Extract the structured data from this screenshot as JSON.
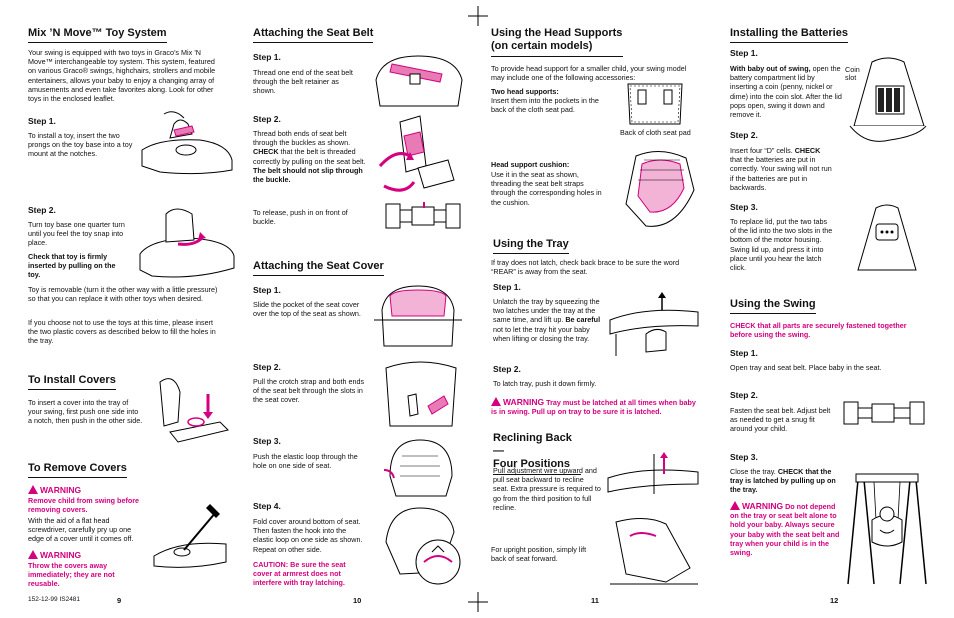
{
  "page9": {
    "title": "Mix ’N Move™ Toy System",
    "intro": "Your swing is equipped with two toys in Graco’s Mix ’N Move™ interchangeable toy system. This system, featured on various Graco® swings, highchairs, strollers and mobile entertainers, allows your baby to enjoy a changing array of amusements and even take favorites along. Look for other toys in the enclosed leaflet.",
    "step1_label": "Step 1.",
    "step1_text": "To install a toy, insert the two prongs on the toy base into a toy mount at the notches.",
    "step2_label": "Step 2.",
    "step2_text": "Turn toy base one quarter turn until you feel the toy snap into place.",
    "step2_check": "Check that toy is firmly inserted by pulling on the toy.",
    "removable": "Toy is removable (turn it the other way with a little pressure) so that you can replace it with other toys when desired.",
    "no_toys": "If you choose not to use the toys at this time, please insert the two plastic covers as described below to fill the holes in the tray.",
    "install_covers_title": "To Install Covers",
    "install_covers_text": "To insert a cover into the tray of your swing, first push one side into a notch, then push in the other side.",
    "remove_covers_title": "To Remove Covers",
    "warning1_label": "WARNING",
    "warning1_text": "Remove child from swing before removing covers.",
    "remove_text": "With the aid of a flat head screwdriver, carefully pry up one edge of a cover until it comes off.",
    "warning2_label": "WARNING",
    "warning2_text": "Throw the covers away immediately; they are not reusable.",
    "footer_code": "152-12-99   IS2481",
    "page_number": "9"
  },
  "page10": {
    "belt_title": "Attaching the Seat Belt",
    "belt_step1_label": "Step 1.",
    "belt_step1_text": "Thread one end of the seat belt through the belt retainer as shown.",
    "belt_step2_label": "Step 2.",
    "belt_step2_text_a": "Thread both ends of seat belt through the buckles as shown.",
    "belt_step2_check": "CHECK",
    "belt_step2_text_b": " that the belt is threaded correctly by pulling on the seat belt. ",
    "belt_step2_bold": "The belt should not slip through the buckle.",
    "release_text": "To release, push in on front of buckle.",
    "cover_title": "Attaching the Seat Cover",
    "cover_step1_label": "Step 1.",
    "cover_step1_text": "Slide the pocket of the seat cover over the top of the seat as shown.",
    "cover_step2_label": "Step 2.",
    "cover_step2_text": "Pull the crotch strap and both ends of the seat belt through the slots in the seat cover.",
    "cover_step3_label": "Step 3.",
    "cover_step3_text": "Push the elastic loop through the hole on one side of seat.",
    "cover_step4_label": "Step 4.",
    "cover_step4_text": "Fold cover around bottom of seat. Then fasten the hook into the elastic loop on one side as shown. Repeat on other side.",
    "caution_text": "CAUTION: Be sure the seat cover at armrest does not interfere with tray latching.",
    "page_number": "10"
  },
  "page11": {
    "head_title_1": "Using the Head Supports",
    "head_title_2": "(on certain models)",
    "head_intro": "To provide head support for a smaller child, your swing model may include one of the following accessories:",
    "two_head_label": "Two head supports:",
    "two_head_text": "Insert them into the pockets in the back of the cloth seat pad.",
    "back_caption": "Back of cloth seat pad",
    "cushion_label": "Head support cushion:",
    "cushion_text": "Use it in the seat as shown, threading the seat belt straps through the corresponding holes in the cushion.",
    "tray_title": "Using the Tray",
    "tray_intro": "If tray does not latch, check back brace to be sure the word “REAR” is away from the seat.",
    "tray_step1_label": "Step 1.",
    "tray_step1_text_a": "Unlatch the tray by squeezing the two latches under the tray at the same time, and lift up. ",
    "tray_step1_bold": "Be careful",
    "tray_step1_text_b": " not to let the tray hit your baby when lifting or closing the tray.",
    "tray_step2_label": "Step 2.",
    "tray_step2_text": "To latch tray, push it down firmly.",
    "tray_warning_label": "WARNING",
    "tray_warning_text": "Tray must be latched at all times when baby is in swing. Pull up on tray to be sure it is latched.",
    "recline_title_1": "Reclining Back—",
    "recline_title_2": "Four Positions",
    "recline_text": "Pull adjustment wire upward and pull seat backward to recline seat. Extra pressure is required to go from the third position to full recline.",
    "upright_text": "For upright position, simply lift back of seat forward.",
    "page_number": "11"
  },
  "page12": {
    "batt_title": "Installing the Batteries",
    "batt_step1_label": "Step 1.",
    "batt_step1_bold": "With baby out of swing,",
    "batt_step1_text": " open the battery compartment lid by inserting a coin (penny, nickel or dime) into the coin slot. After the lid pops open, swing it down and remove it.",
    "coin_slot_label_1": "Coin",
    "coin_slot_label_2": "slot",
    "batt_step2_label": "Step 2.",
    "batt_step2_text_a": "Insert four “D” cells. ",
    "batt_step2_check": "CHECK",
    "batt_step2_text_b": " that the batteries are put in correctly. Your swing will not run if the batteries are put in backwards.",
    "batt_step3_label": "Step 3.",
    "batt_step3_text": "To replace lid, put the two tabs of the lid into the two slots in the bottom of the motor housing. Swing lid up, and press it into place until you hear the latch click.",
    "swing_title": "Using the Swing",
    "swing_check": "CHECK that all parts are securely fastened together before using the swing.",
    "swing_step1_label": "Step 1.",
    "swing_step1_text": "Open tray and seat belt. Place baby in the seat.",
    "swing_step2_label": "Step 2.",
    "swing_step2_text": "Fasten the seat belt. Adjust belt as needed to get a snug fit around your child.",
    "swing_step3_label": "Step 3.",
    "swing_step3_text_a": "Close the tray. ",
    "swing_step3_check": "CHECK that the tray is latched by pulling up on the tray.",
    "swing_warning_label": "WARNING",
    "swing_warning_text": "Do not depend on the tray or seat belt alone to hold your baby. Always secure your baby with the seat belt and tray when your child is in the swing.",
    "page_number": "12"
  },
  "colors": {
    "accent": "#d4007f",
    "text": "#111111"
  }
}
